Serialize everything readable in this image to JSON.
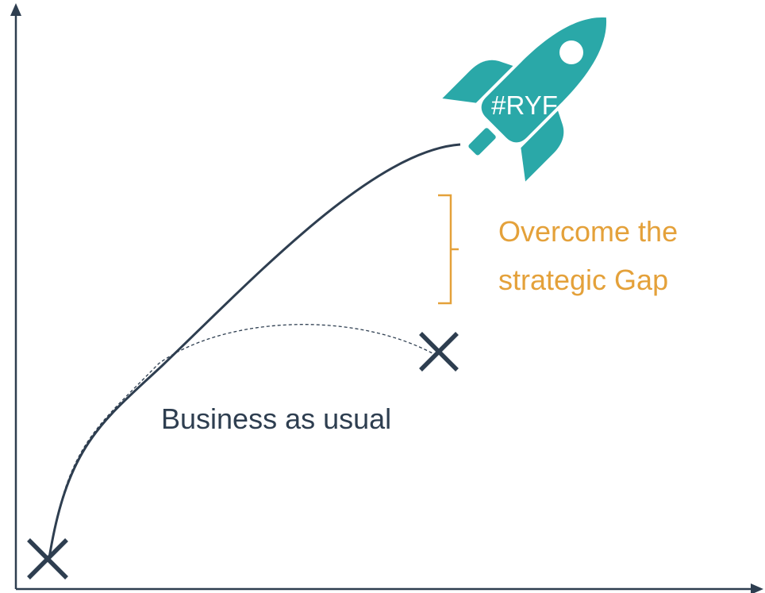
{
  "rocket": {
    "label": "#RYF"
  },
  "gap_label": {
    "line1": "Overcome the",
    "line2": "strategic Gap"
  },
  "baseline_label": "Business as usual",
  "colors": {
    "axis": "#2e3e50",
    "growth_curve": "#2e3e50",
    "baseline_curve": "#2e3e50",
    "rocket": "#2aa8a8",
    "rocket_text": "#ffffff",
    "gap_accent": "#e4a13a",
    "baseline_text": "#2e3e50"
  },
  "icons": [
    "start-marker-x-icon",
    "end-marker-x-icon",
    "rocket-icon",
    "bracket-icon"
  ]
}
